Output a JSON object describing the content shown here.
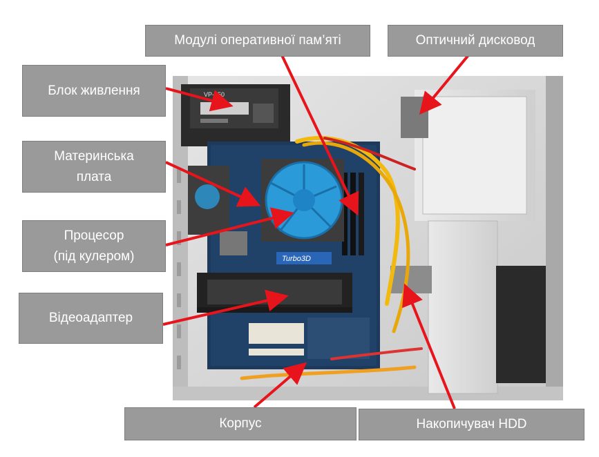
{
  "labels": {
    "ram": "Модулі оперативної пам’яті",
    "optical": "Оптичний дисковод",
    "psu": "Блок живлення",
    "motherboard": "Материнська\nплата",
    "cpu": "Процесор\n(під кулером)",
    "gpu": "Відеоадаптер",
    "case": "Корпус",
    "hdd": "Накопичувач HDD"
  },
  "photo_text": {
    "psu_model": "VP-650",
    "gpu_brand": "Turbo3D"
  },
  "colors": {
    "label_bg": "#9a9a9a",
    "label_text": "#ffffff",
    "arrow": "#e8141c",
    "fan_blue": "#2a9ad8",
    "case_metal": "#d9d9d9"
  }
}
